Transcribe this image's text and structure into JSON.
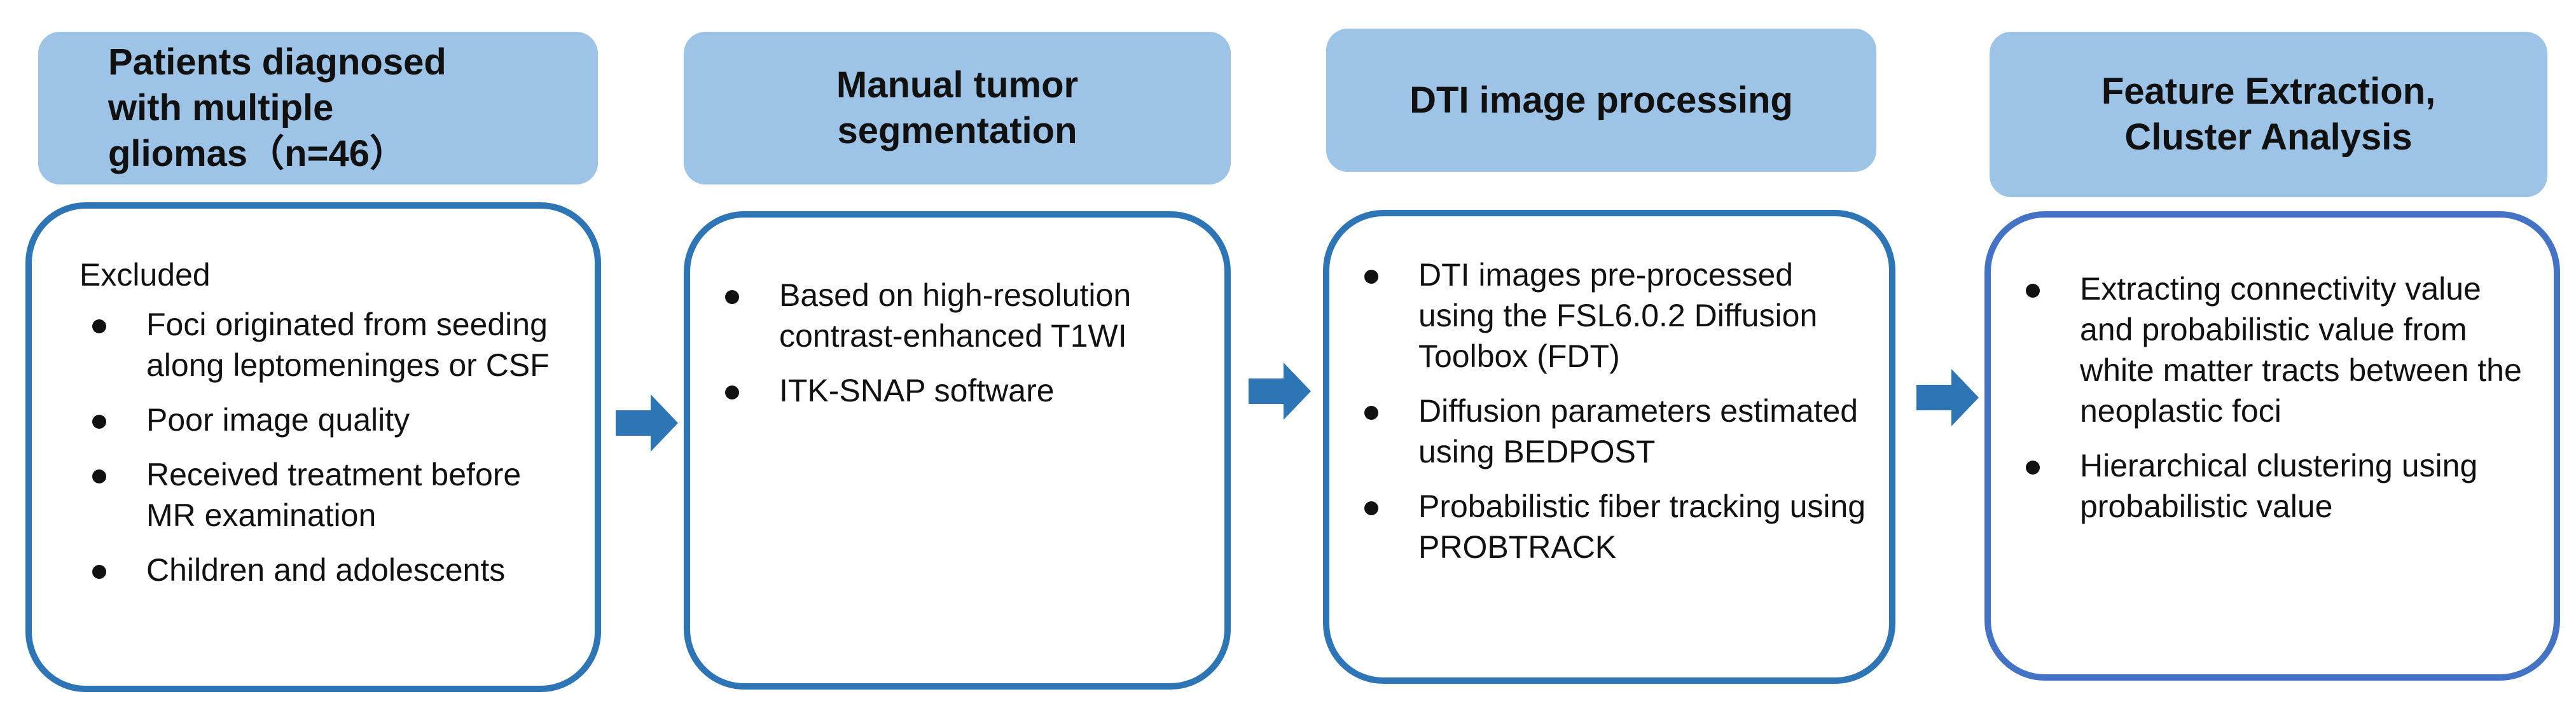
{
  "colors": {
    "header_fill": "#9dc3e6",
    "card_border": "#2e75b6",
    "card_border_last": "#4472c4",
    "arrow": "#2e75b6"
  },
  "steps": [
    {
      "header": "Patients  diagnosed\nwith multiple\ngliomas（n=46）",
      "card_heading": "Excluded",
      "items": [
        "Foci originated from seeding along leptomeninges or CSF",
        "Poor image quality",
        "Received treatment before MR examination",
        "Children and adolescents"
      ]
    },
    {
      "header": "Manual tumor\nsegmentation",
      "items": [
        "Based on high-resolution contrast-enhanced T1WI",
        "ITK-SNAP software"
      ]
    },
    {
      "header": "DTI image processing",
      "items": [
        "DTI images pre-processed using the FSL6.0.2 Diffusion Toolbox (FDT)",
        "Diffusion parameters estimated using BEDPOST",
        "Probabilistic fiber tracking using PROBTRACK"
      ]
    },
    {
      "header": "Feature Extraction,\nCluster Analysis",
      "items": [
        "Extracting connectivity value and probabilistic value from white matter tracts between the neoplastic foci",
        "Hierarchical clustering using probabilistic value"
      ]
    }
  ],
  "arrow_icon": "right-arrow-icon"
}
